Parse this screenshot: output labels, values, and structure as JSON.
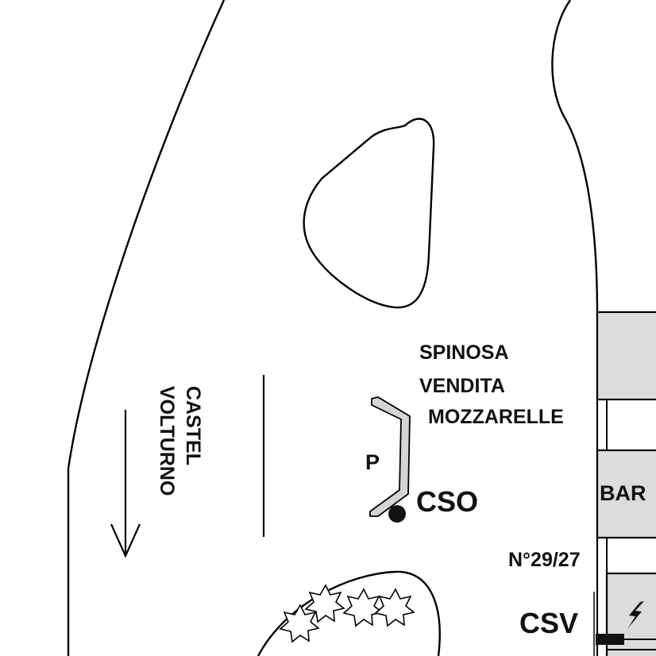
{
  "map": {
    "street": {
      "name_line1": "CASTEL",
      "name_line2": "VOLTURNO"
    },
    "shop": {
      "line1": "SPINOSA",
      "line2": "VENDITA",
      "line3": "MOZZARELLE"
    },
    "parking_label": "P",
    "markers": {
      "cso": "CSO",
      "csv": "CSV"
    },
    "bar_label": "BAR",
    "address_number": "N°29/27",
    "colors": {
      "line": "#000000",
      "building_fill": "#dcdcdc",
      "parking_fill": "#d4d4d4"
    },
    "icons": {
      "direction": "arrow-down-icon",
      "vegetation": "star-bush-icon",
      "electric": "lightning-icon"
    }
  }
}
